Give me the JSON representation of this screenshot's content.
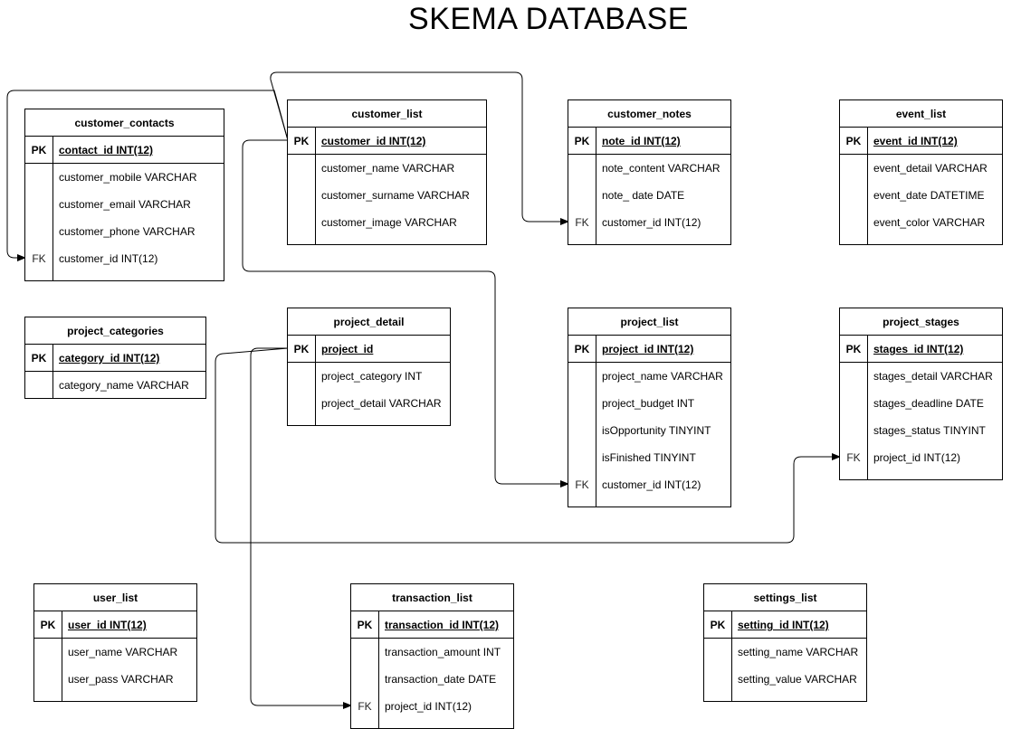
{
  "title": "SKEMA DATABASE",
  "tables": [
    {
      "id": "customer_contacts",
      "name": "customer_contacts",
      "pk": {
        "key": "PK",
        "field": "contact_id INT(12)"
      },
      "fields": [
        {
          "key": "",
          "field": "customer_mobile VARCHAR"
        },
        {
          "key": "",
          "field": "customer_email VARCHAR"
        },
        {
          "key": "",
          "field": "customer_phone VARCHAR"
        },
        {
          "key": "FK",
          "field": "customer_id INT(12)"
        }
      ]
    },
    {
      "id": "customer_list",
      "name": "customer_list",
      "pk": {
        "key": "PK",
        "field": "customer_id INT(12)"
      },
      "fields": [
        {
          "key": "",
          "field": "customer_name VARCHAR"
        },
        {
          "key": "",
          "field": "customer_surname VARCHAR"
        },
        {
          "key": "",
          "field": "customer_image VARCHAR"
        }
      ]
    },
    {
      "id": "customer_notes",
      "name": "customer_notes",
      "pk": {
        "key": "PK",
        "field": "note_id INT(12)"
      },
      "fields": [
        {
          "key": "",
          "field": "note_content VARCHAR"
        },
        {
          "key": "",
          "field": "note_ date DATE"
        },
        {
          "key": "FK",
          "field": "customer_id INT(12)"
        }
      ]
    },
    {
      "id": "event_list",
      "name": "event_list",
      "pk": {
        "key": "PK",
        "field": "event_id INT(12)"
      },
      "fields": [
        {
          "key": "",
          "field": "event_detail VARCHAR"
        },
        {
          "key": "",
          "field": "event_date DATETIME"
        },
        {
          "key": "",
          "field": "event_color VARCHAR"
        }
      ]
    },
    {
      "id": "project_categories",
      "name": "project_categories",
      "pk": {
        "key": "PK",
        "field": "category_id INT(12)"
      },
      "fields": [
        {
          "key": "",
          "field": "category_name VARCHAR"
        }
      ]
    },
    {
      "id": "project_detail",
      "name": "project_detail",
      "pk": {
        "key": "PK",
        "field": "project_id"
      },
      "fields": [
        {
          "key": "",
          "field": "project_category INT"
        },
        {
          "key": "",
          "field": "project_detail VARCHAR"
        }
      ]
    },
    {
      "id": "project_list",
      "name": "project_list",
      "pk": {
        "key": "PK",
        "field": "project_id INT(12)"
      },
      "fields": [
        {
          "key": "",
          "field": "project_name VARCHAR"
        },
        {
          "key": "",
          "field": "project_budget INT"
        },
        {
          "key": "",
          "field": "isOpportunity TINYINT"
        },
        {
          "key": "",
          "field": "isFinished TINYINT"
        },
        {
          "key": "FK",
          "field": "customer_id INT(12)"
        }
      ]
    },
    {
      "id": "project_stages",
      "name": "project_stages",
      "pk": {
        "key": "PK",
        "field": "stages_id INT(12)"
      },
      "fields": [
        {
          "key": "",
          "field": "stages_detail VARCHAR"
        },
        {
          "key": "",
          "field": "stages_deadline DATE"
        },
        {
          "key": "",
          "field": "stages_status TINYINT"
        },
        {
          "key": "FK",
          "field": "project_id INT(12)"
        }
      ]
    },
    {
      "id": "user_list",
      "name": "user_list",
      "pk": {
        "key": "PK",
        "field": "user_id INT(12)"
      },
      "fields": [
        {
          "key": "",
          "field": "user_name VARCHAR"
        },
        {
          "key": "",
          "field": "user_pass VARCHAR"
        }
      ]
    },
    {
      "id": "transaction_list",
      "name": "transaction_list",
      "pk": {
        "key": "PK",
        "field": "transaction_id INT(12)"
      },
      "fields": [
        {
          "key": "",
          "field": "transaction_amount INT"
        },
        {
          "key": "",
          "field": "transaction_date DATE"
        },
        {
          "key": "FK",
          "field": "project_id INT(12)"
        }
      ]
    },
    {
      "id": "settings_list",
      "name": "settings_list",
      "pk": {
        "key": "PK",
        "field": "setting_id INT(12)"
      },
      "fields": [
        {
          "key": "",
          "field": "setting_name VARCHAR"
        },
        {
          "key": "",
          "field": "setting_value VARCHAR"
        }
      ]
    }
  ],
  "relationships": [
    {
      "from": "customer_list.customer_id",
      "to": "customer_contacts.customer_id"
    },
    {
      "from": "customer_list.customer_id",
      "to": "customer_notes.customer_id"
    },
    {
      "from": "customer_list.customer_id",
      "to": "project_list.customer_id"
    },
    {
      "from": "project_detail.project_id",
      "to": "project_stages.project_id"
    },
    {
      "from": "project_detail.project_id",
      "to": "transaction_list.project_id"
    }
  ]
}
